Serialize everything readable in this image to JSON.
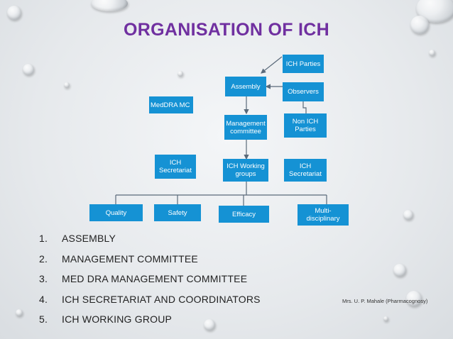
{
  "title": "ORGANISATION OF ICH",
  "diagram": {
    "ich_parties": "ICH Parties",
    "assembly": "Assembly",
    "observers": "Observers",
    "meddra_mc": "MedDRA MC",
    "non_ich_parties": [
      "Non ICH",
      "Parties"
    ],
    "management_committee": [
      "Management",
      "committee"
    ],
    "ich_secretariat_left": [
      "ICH",
      "Secretariat"
    ],
    "ich_working_groups": [
      "ICH Working",
      "groups"
    ],
    "ich_secretariat_right": [
      "ICH",
      "Secretariat"
    ],
    "quality": "Quality",
    "safety": "Safety",
    "efficacy": "Efficacy",
    "multidisciplinary": [
      "Multi-",
      "disciplinary"
    ]
  },
  "list": [
    {
      "num": "1.",
      "text": "ASSEMBLY"
    },
    {
      "num": "2.",
      "text": "MANAGEMENT COMMITTEE"
    },
    {
      "num": "3.",
      "text": "MED DRA MANAGEMENT COMMITTEE"
    },
    {
      "num": "4.",
      "text": "ICH SECRETARIAT AND COORDINATORS"
    },
    {
      "num": "5.",
      "text": "ICH WORKING GROUP"
    }
  ],
  "credit": "Mrs. U. P. Mahale (Pharmacognosy)",
  "colors": {
    "box": "#1592d4",
    "title": "#7030a0",
    "connector": "#5a6a7a"
  }
}
